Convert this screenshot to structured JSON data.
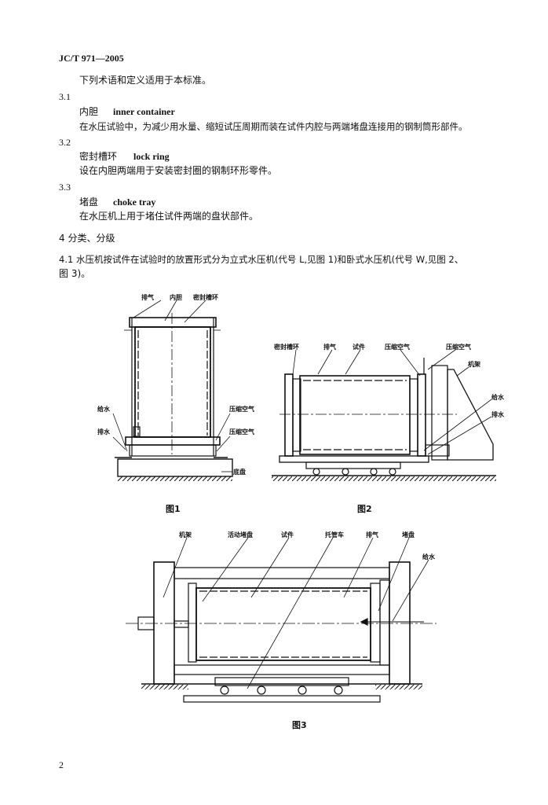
{
  "header": {
    "standard_code": "JC/T 971—2005"
  },
  "intro": "下列术语和定义适用于本标准。",
  "terms": [
    {
      "number": "3.1",
      "zh": "内胆",
      "en": "inner container",
      "definition": "在水压试验中，为减少用水量、缩短试压周期而装在试件内腔与两端堵盘连接用的钢制筒形部件。"
    },
    {
      "number": "3.2",
      "zh": "密封槽环",
      "en": "lock ring",
      "definition": "设在内胆两端用于安装密封圈的钢制环形零件。"
    },
    {
      "number": "3.3",
      "zh": "堵盘",
      "en": "choke tray",
      "definition": "在水压机上用于堵住试件两端的盘状部件。"
    }
  ],
  "section4": {
    "heading": "4  分类、分级",
    "para_line1": "4.1  水压机按试件在试验时的放置形式分为立式水压机(代号 L,见图 1)和卧式水压机(代号 W,见图 2、",
    "para_line2": "图 3)。"
  },
  "figure1": {
    "caption": "图1",
    "labels": {
      "exhaust": "排气",
      "inner": "内胆",
      "lock_ring": "密封槽环",
      "water_in": "给水",
      "water_out": "排水",
      "air1": "压缩空气",
      "air2": "压缩空气",
      "base": "底盘"
    }
  },
  "figure2": {
    "caption": "图2",
    "labels": {
      "lock_ring": "密封槽环",
      "exhaust": "排气",
      "specimen": "试件",
      "air1": "压缩空气",
      "air2": "压缩空气",
      "frame": "机架",
      "water_in": "给水",
      "water_out": "排水"
    }
  },
  "figure3": {
    "caption": "图3",
    "labels": {
      "frame": "机架",
      "movable_tray": "活动堵盘",
      "specimen": "试件",
      "carriage": "托管车",
      "exhaust": "排气",
      "tray": "堵盘",
      "water_in": "给水"
    }
  },
  "page_number": "2"
}
